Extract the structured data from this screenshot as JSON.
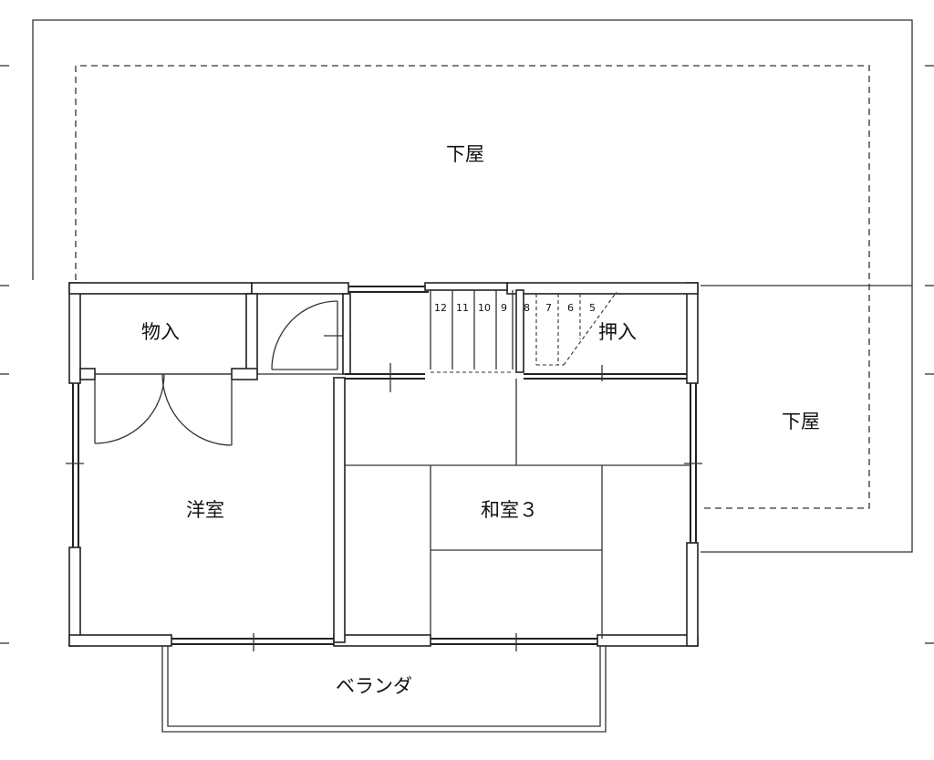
{
  "rooms": {
    "roof_top": "下屋",
    "roof_right": "下屋",
    "storage": "物入",
    "closet": "押入",
    "western_room": "洋室",
    "japanese_room": "和室３",
    "veranda": "ベランダ"
  },
  "stairs": {
    "steps_upper": [
      "12",
      "11",
      "10",
      "9"
    ],
    "steps_lower": [
      "8",
      "7",
      "6",
      "5"
    ]
  }
}
